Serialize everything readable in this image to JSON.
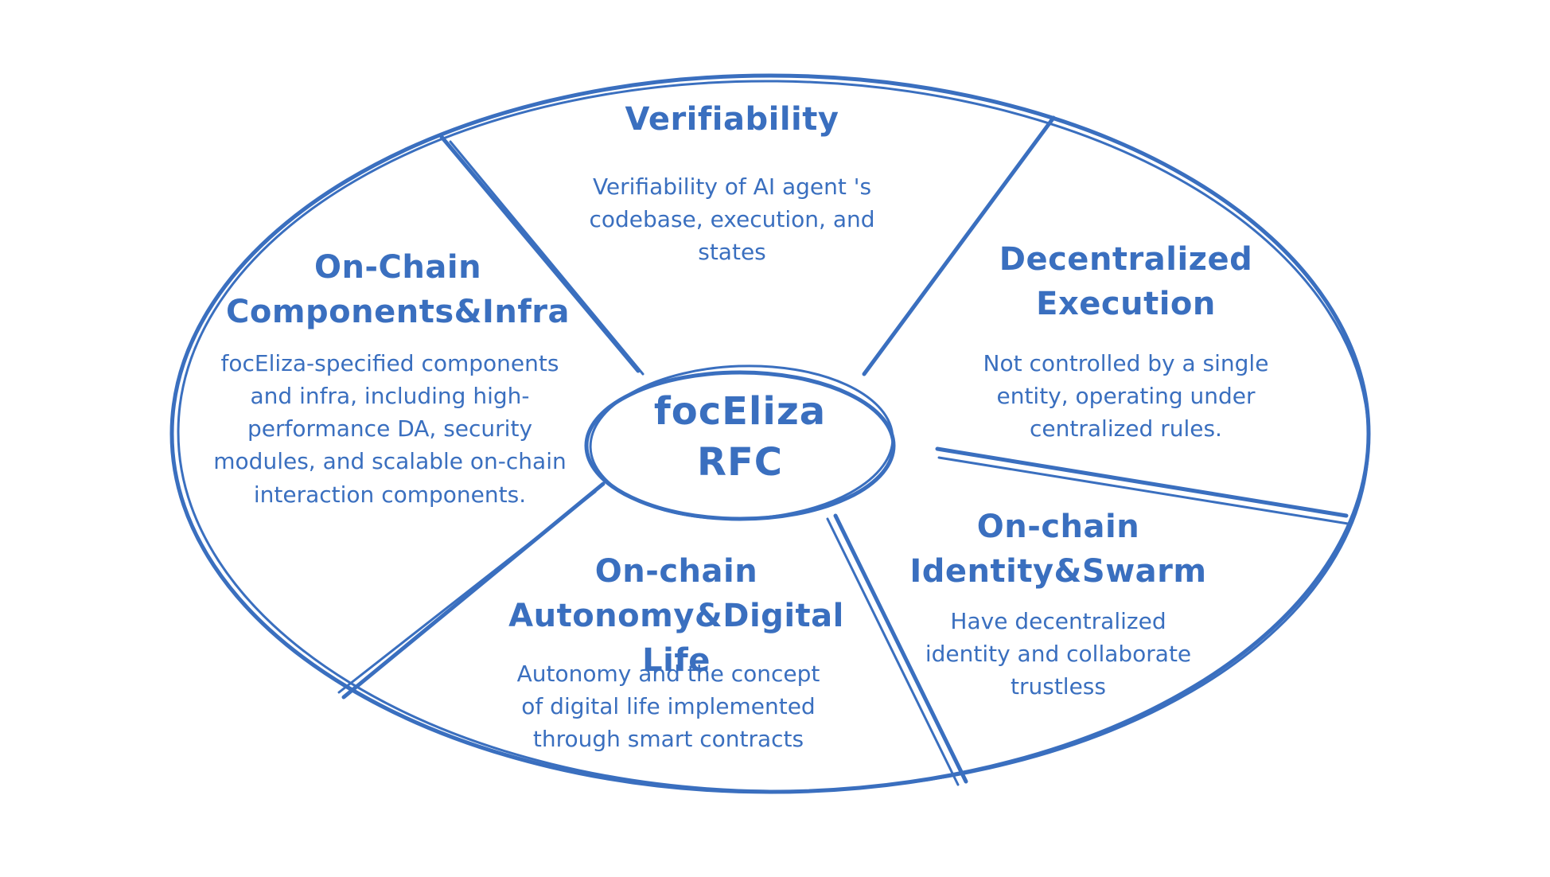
{
  "center": {
    "title": "focEliza\nRFC"
  },
  "segments": [
    {
      "title": "Verifiability",
      "description": "Verifiability of AI agent 's\ncodebase, execution, and\nstates"
    },
    {
      "title": "Decentralized\nExecution",
      "description": "Not controlled by a single\nentity, operating under\ncentralized rules."
    },
    {
      "title": "On-chain\nIdentity&Swarm",
      "description": "Have decentralized\nidentity and collaborate\ntrustless"
    },
    {
      "title": "On-chain\nAutonomy&Digital Life",
      "description": "Autonomy and the concept\nof digital life implemented\nthrough smart contracts"
    },
    {
      "title": "On-Chain\nComponents&Infra",
      "description": "focEliza-specified components\nand infra,  including high-\nperformance DA, security\nmodules, and scalable on-chain\ninteraction components."
    }
  ],
  "colors": {
    "stroke": "#3a6fbf",
    "text": "#3a6fbf",
    "background": "#ffffff"
  }
}
